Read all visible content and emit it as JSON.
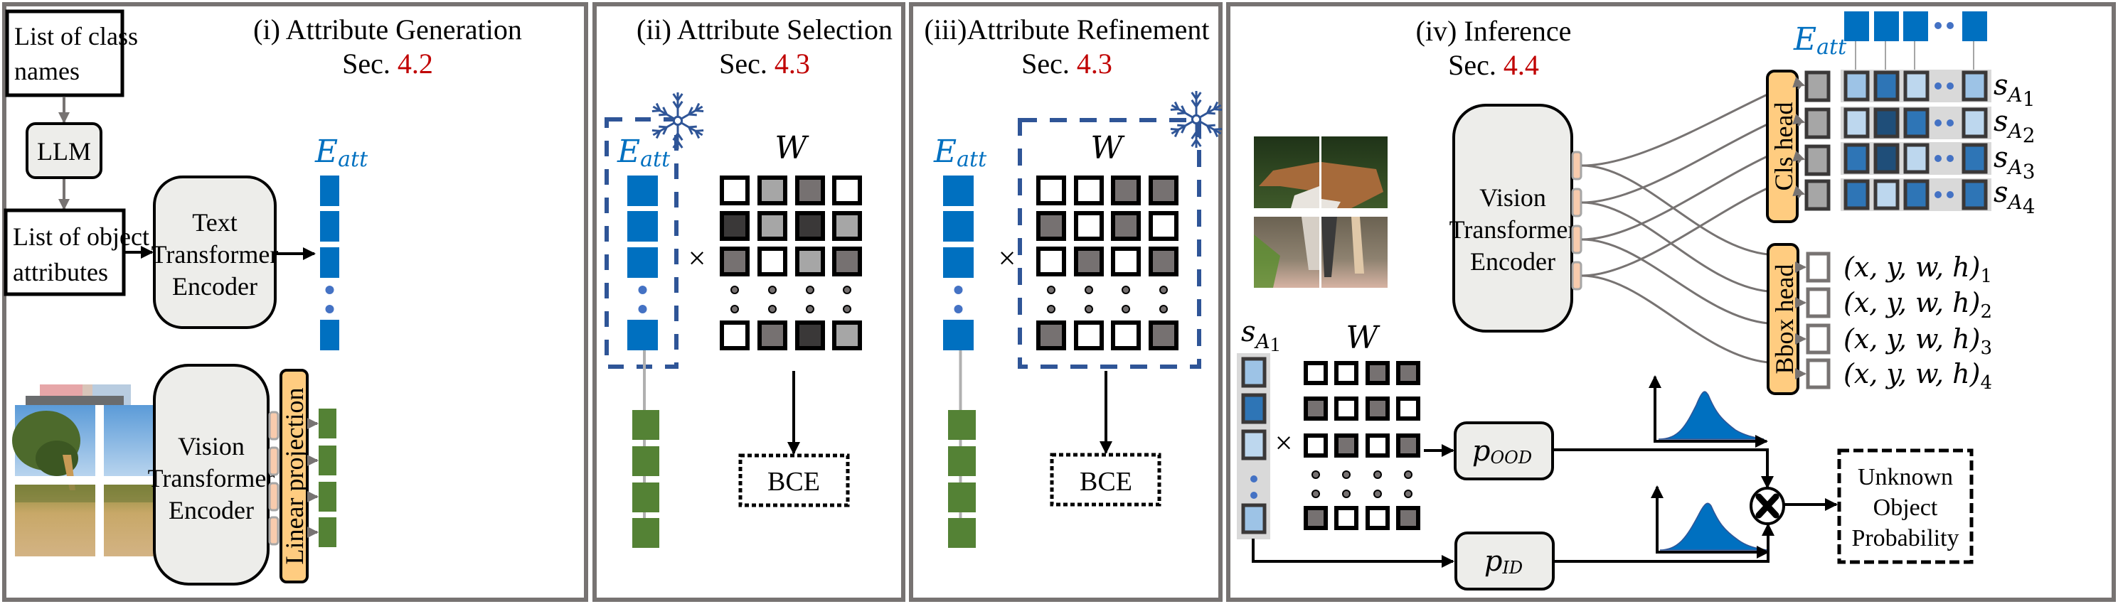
{
  "panels": {
    "generation": {
      "title": "(i) Attribute Generation",
      "sec_prefix": "Sec.",
      "sec_num": "4.2",
      "class_names_box": [
        "List of class",
        "names"
      ],
      "llm_box": "LLM",
      "attributes_box": [
        "List of object",
        "attributes"
      ],
      "text_encoder": [
        "Text",
        "Transformer",
        "Encoder"
      ],
      "vision_encoder": [
        "Vision",
        "Transformer",
        "Encoder"
      ],
      "linear_projection": "Linear projection",
      "eatt_label_main": "E",
      "eatt_label_sub": "att"
    },
    "selection": {
      "title": "(ii) Attribute Selection",
      "sec_prefix": "Sec.",
      "sec_num": "4.3",
      "eatt_label_main": "E",
      "eatt_label_sub": "att",
      "w_label": "W",
      "times": "×",
      "loss_box": "BCE",
      "frozen": "E_att",
      "w_matrix": [
        [
          "white",
          "light",
          "mid",
          "white"
        ],
        [
          "dark",
          "light",
          "dark",
          "light"
        ],
        [
          "mid",
          "white",
          "light",
          "mid"
        ],
        [
          "white",
          "mid",
          "dark",
          "light"
        ]
      ]
    },
    "refinement": {
      "title": "(iii)Attribute Refinement",
      "sec_prefix": "Sec.",
      "sec_num": "4.3",
      "eatt_label_main": "E",
      "eatt_label_sub": "att",
      "w_label": "W",
      "times": "×",
      "loss_box": "BCE",
      "frozen": "W",
      "w_matrix": [
        [
          "white",
          "white",
          "mid",
          "mid"
        ],
        [
          "mid",
          "white",
          "mid",
          "white"
        ],
        [
          "white",
          "mid",
          "white",
          "mid"
        ],
        [
          "mid",
          "white",
          "white",
          "mid"
        ]
      ]
    },
    "inference": {
      "title": "(iv) Inference",
      "sec_prefix": "Sec.",
      "sec_num": "4.4",
      "vision_encoder": [
        "Vision",
        "Transformer",
        "Encoder"
      ],
      "cls_head": "Cls head",
      "bbox_head": "Bbox head",
      "eatt_label_main": "E",
      "eatt_label_sub": "att",
      "score_labels": [
        {
          "main": "s",
          "sub": "A",
          "subsub": "1"
        },
        {
          "main": "s",
          "sub": "A",
          "subsub": "2"
        },
        {
          "main": "s",
          "sub": "A",
          "subsub": "3"
        },
        {
          "main": "s",
          "sub": "A",
          "subsub": "4"
        }
      ],
      "score_matrix": [
        [
          "light",
          "mid",
          "pale",
          "light"
        ],
        [
          "pale",
          "dark",
          "mid",
          "pale"
        ],
        [
          "mid",
          "dark",
          "pale",
          "mid"
        ],
        [
          "mid",
          "pale",
          "mid",
          "mid"
        ]
      ],
      "bbox_outputs": [
        "(x, y, w, h)",
        "(x, y, w, h)",
        "(x, y, w, h)",
        "(x, y, w, h)"
      ],
      "bbox_subscripts": [
        "1",
        "2",
        "3",
        "4"
      ],
      "sa1_label": {
        "main": "s",
        "sub": "A",
        "subsub": "1"
      },
      "sa1_column": [
        "light",
        "mid",
        "pale",
        "light"
      ],
      "w_label": "W",
      "times": "×",
      "w_matrix": [
        [
          "white",
          "white",
          "mid",
          "mid"
        ],
        [
          "mid",
          "white",
          "mid",
          "white"
        ],
        [
          "white",
          "mid",
          "white",
          "mid"
        ],
        [
          "mid",
          "white",
          "white",
          "mid"
        ]
      ],
      "p_ood": {
        "main": "p",
        "sub": "OOD"
      },
      "p_id": {
        "main": "p",
        "sub": "ID"
      },
      "multiply_symbol": "⊗",
      "output_box": [
        "Unknown",
        "Object",
        "Probability"
      ]
    }
  },
  "colors": {
    "eatt_blue": "#0070c0",
    "feature_green": "#548235",
    "projection_orange": "#ffcc80",
    "token_pink": "#f8cbad",
    "frozen_dash": "#2f5597",
    "section_red": "#c00000",
    "encoder_fill": "#ededea"
  }
}
